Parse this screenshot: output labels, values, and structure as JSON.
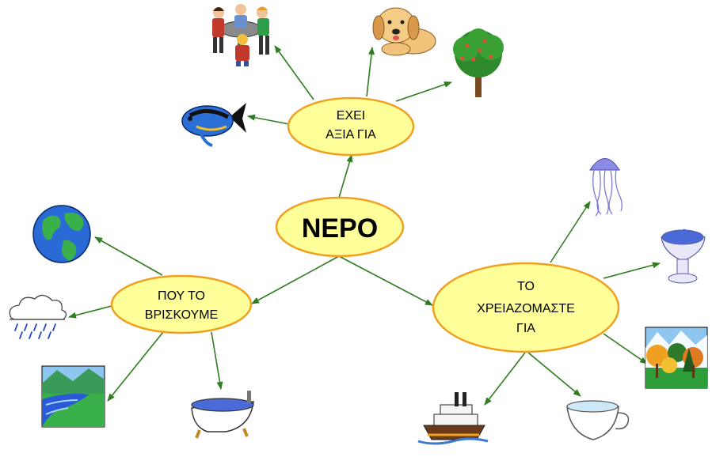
{
  "center": {
    "label": "ΝΕΡΟ"
  },
  "branches": {
    "value": {
      "line1": "ΕΧΕΙ",
      "line2": "ΑΞΙΑ ΓΙΑ"
    },
    "where": {
      "line1": "ΠΟΥ ΤΟ",
      "line2": "ΒΡΙΣΚΟΥΜΕ"
    },
    "need": {
      "line1": "ΤΟ",
      "line2": "ΧΡΕΙΑΖΟΜΑΣΤΕ",
      "line3": "ΓΙΑ"
    }
  },
  "icons": [
    "people-icon",
    "dog-icon",
    "tree-icon",
    "fish-icon",
    "jellyfish-icon",
    "fountain-icon",
    "forest-icon",
    "cup-icon",
    "steamboat-icon",
    "globe-icon",
    "rain-cloud-icon",
    "river-icon",
    "bathtub-icon"
  ],
  "colors": {
    "node_fill": "#FFFF99",
    "node_border": "#F0A020",
    "arrow": "#2E7D1F"
  }
}
